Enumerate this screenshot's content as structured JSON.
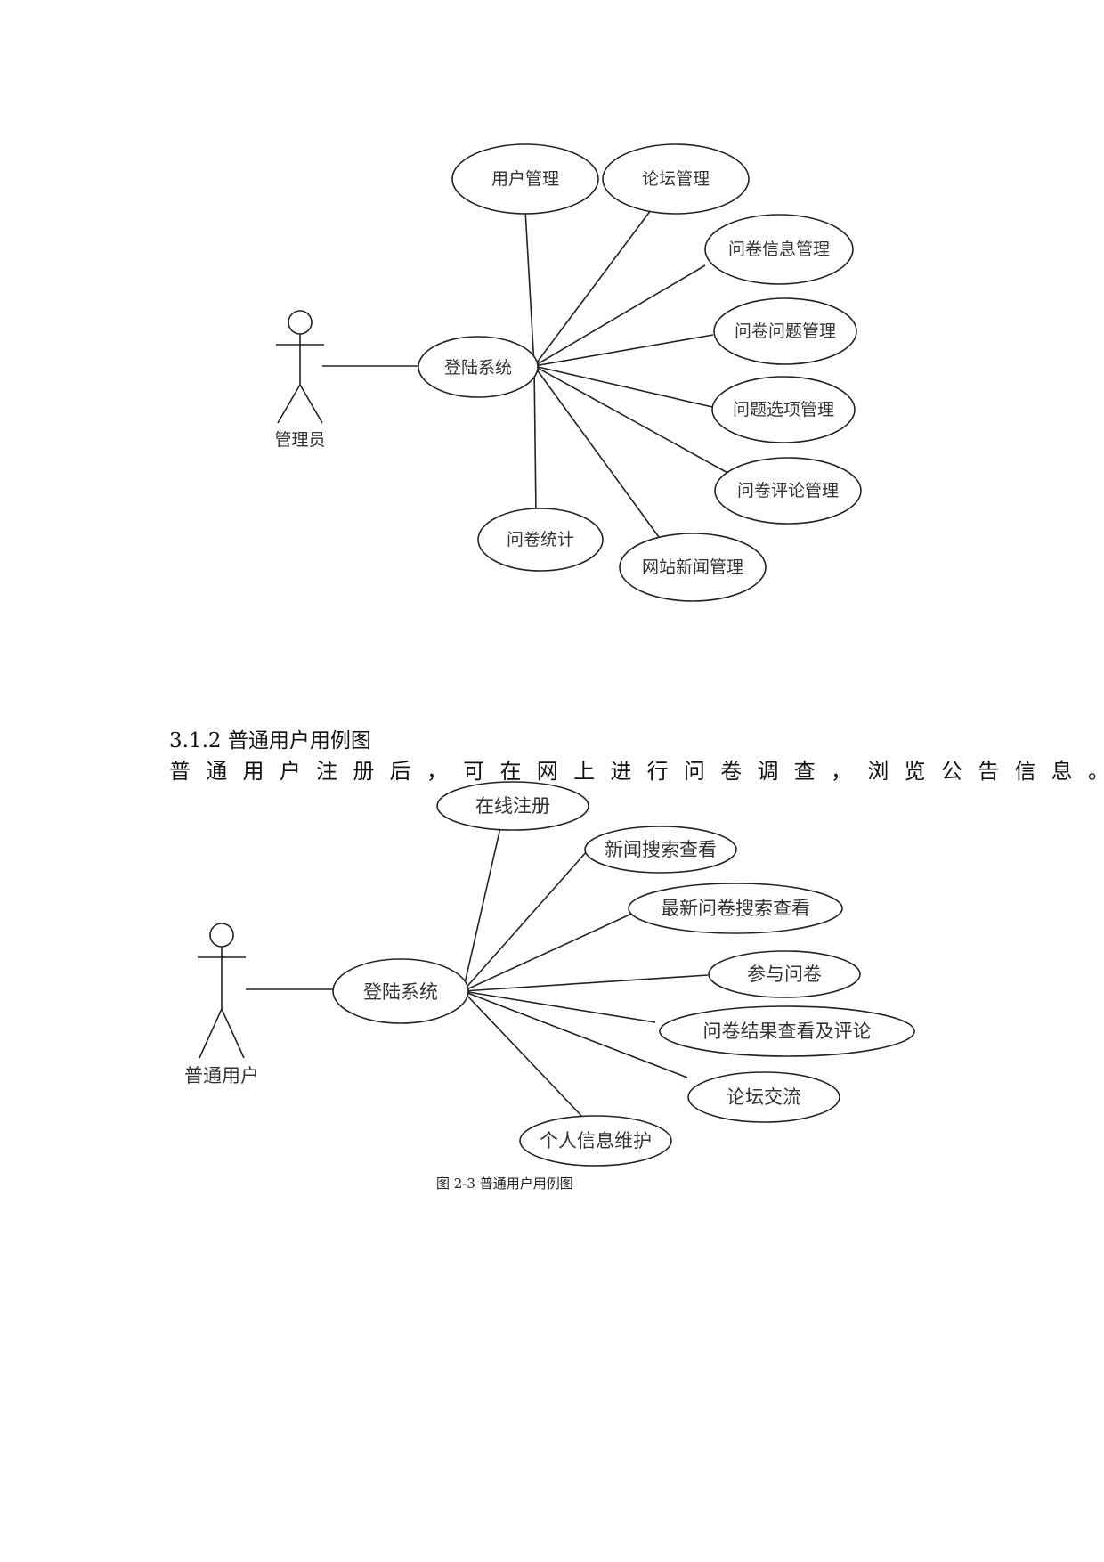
{
  "diagram_admin": {
    "actor": "管理员",
    "hub": "登陆系统",
    "use_cases": [
      "用户管理",
      "论坛管理",
      "问卷信息管理",
      "问卷问题管理",
      "问题选项管理",
      "问卷评论管理",
      "网站新闻管理",
      "问卷统计"
    ]
  },
  "section": {
    "heading": "3.1.2 普通用户用例图",
    "paragraph": "普通用户注册后，可在网上进行问卷调查，浏览公告信息。"
  },
  "diagram_user": {
    "actor": "普通用户",
    "hub": "登陆系统",
    "use_cases": [
      "在线注册",
      "新闻搜索查看",
      "最新问卷搜索查看",
      "参与问卷",
      "问卷结果查看及评论",
      "论坛交流",
      "个人信息维护"
    ],
    "caption": "图 2-3  普通用户用例图"
  }
}
